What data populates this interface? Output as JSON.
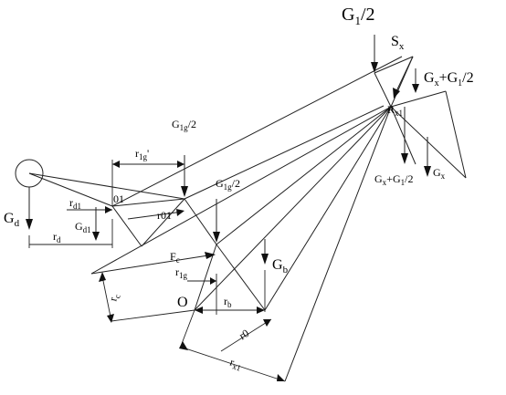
{
  "labels": {
    "g1_half_top": "G",
    "g1_half_top_sub": "1",
    "g1_half_top_tail": "/2",
    "sx": "S",
    "sx_sub": "x",
    "gx_g1_right": "G",
    "gx_g1_right_sub": "x",
    "gx_g1_right_mid": "+G",
    "gx_g1_right_sub2": "1",
    "gx_g1_right_tail": "/2",
    "rx1": "R",
    "rx1_sub": "x1",
    "g1g_half_upper": "G",
    "g1g_half_upper_sub": "1g",
    "g1g_half_upper_tail": "/2",
    "r1g_prime": "r",
    "r1g_prime_sub": "1g",
    "r1g_prime_tail": "'",
    "g1g_half_lower": "G",
    "g1g_half_lower_sub": "1g",
    "g1g_half_lower_tail": "/2",
    "gx_g1_lower": "G",
    "gx_g1_lower_sub": "x",
    "gx_g1_lower_mid": "+G",
    "gx_g1_lower_sub2": "1",
    "gx_g1_lower_tail": "/2",
    "gx_lower": "G",
    "gx_lower_sub": "x",
    "gd": "G",
    "gd_sub": "d",
    "rd1": "r",
    "rd1_sub": "d1",
    "o1": "01",
    "gd1": "G",
    "gd1_sub": "d1",
    "r01": "r01",
    "rd": "r",
    "rd_sub": "d",
    "fc": "F",
    "fc_sub": "c",
    "gb": "G",
    "gb_sub": "b",
    "r1g": "r",
    "r1g_sub": "1g",
    "rc": "r",
    "rc_sub": "c",
    "o": "O",
    "rb": "r",
    "rb_sub": "b",
    "r0": "r0",
    "rx1_dim": "r",
    "rx1_dim_sub": "x1"
  }
}
